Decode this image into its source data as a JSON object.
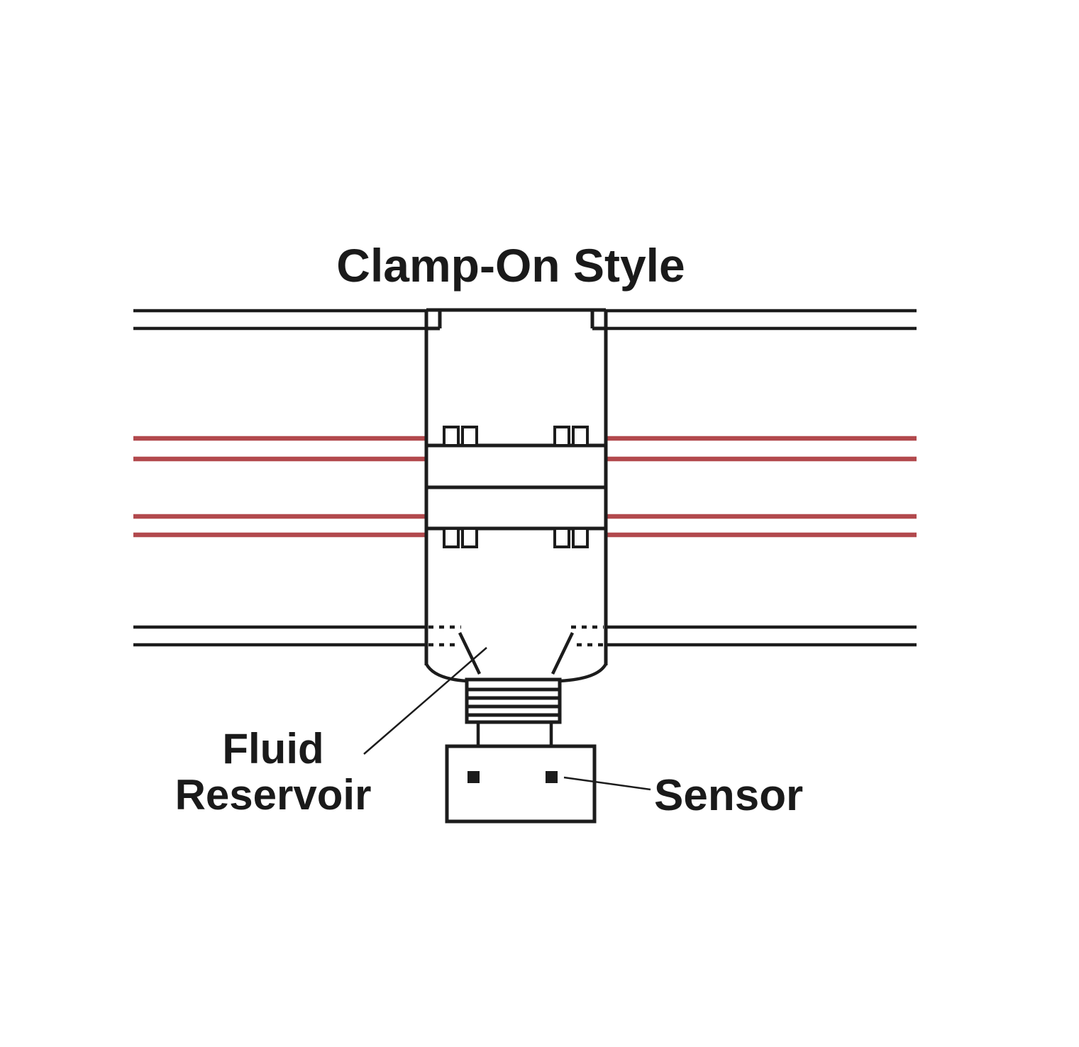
{
  "diagram": {
    "title": "Clamp-On Style",
    "labels": {
      "fluid_line1": "Fluid",
      "fluid_line2": "Reservoir",
      "sensor": "Sensor"
    },
    "colors": {
      "line_black": "#1c1c1c",
      "line_red": "#b2494d",
      "background": "#ffffff",
      "text": "#1a1a1a"
    }
  }
}
